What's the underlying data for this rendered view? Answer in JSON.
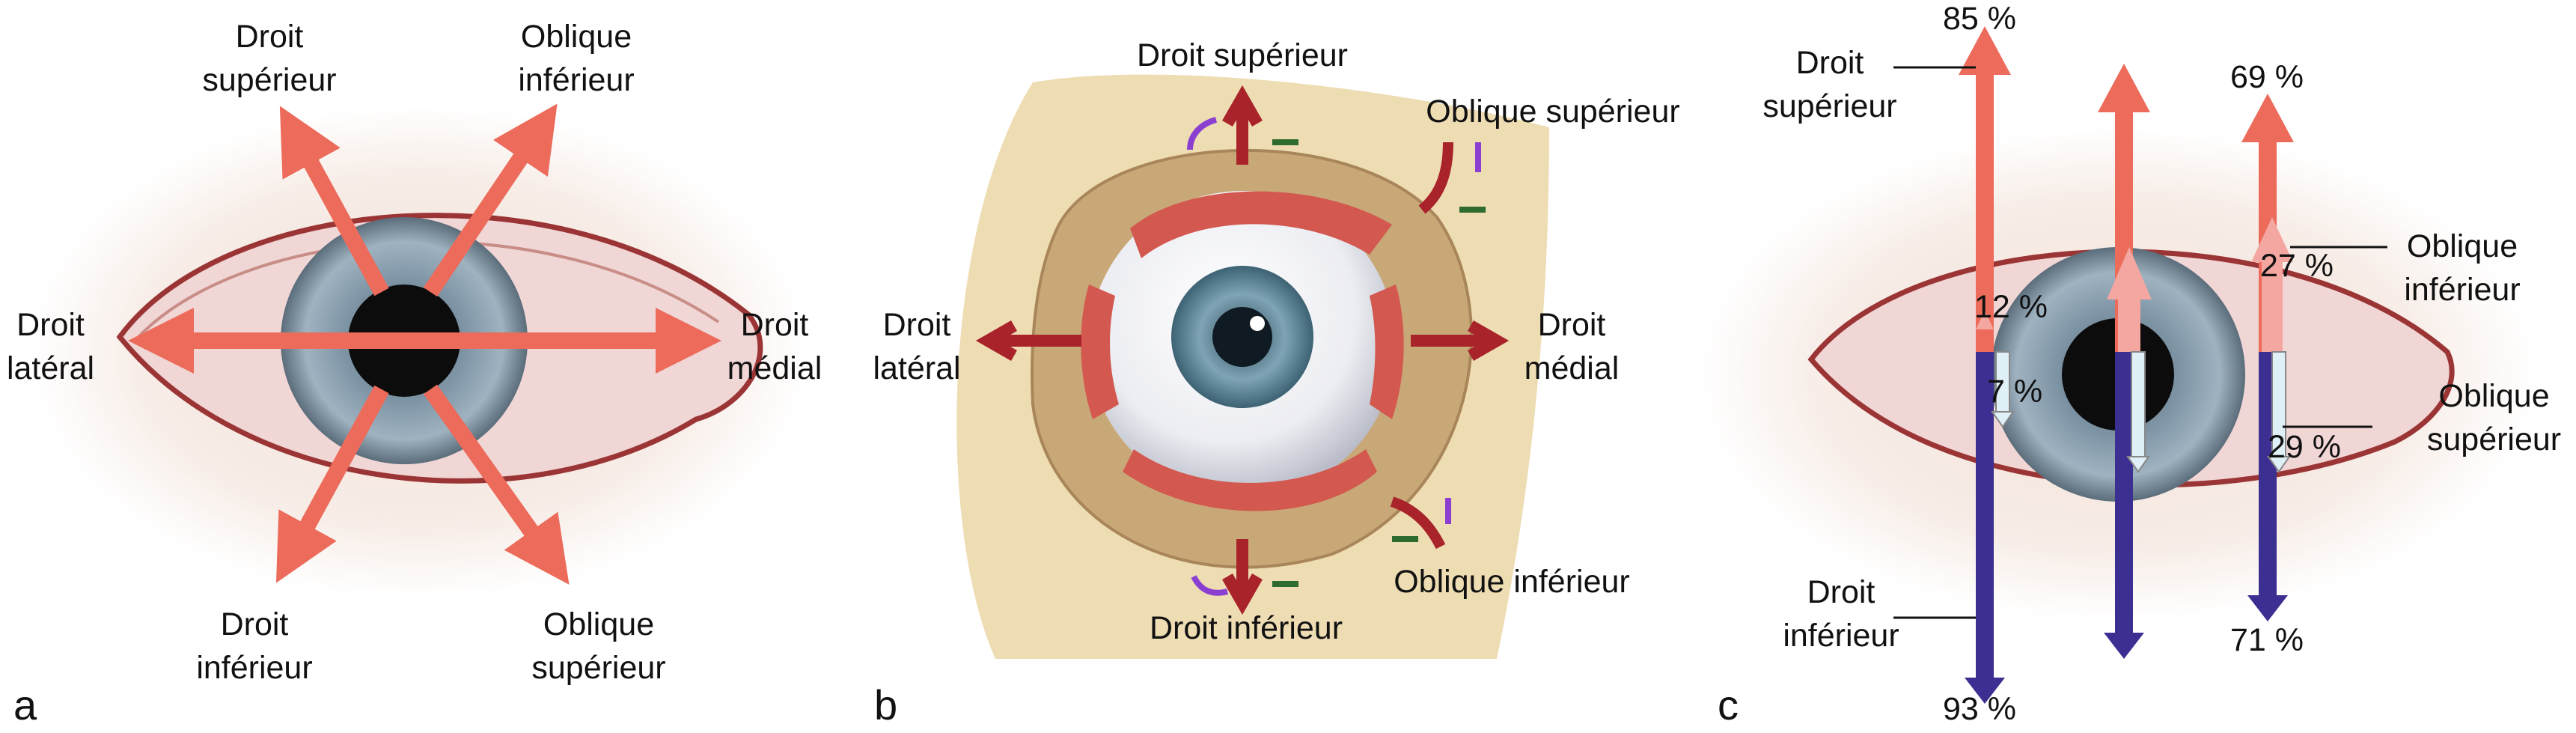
{
  "panel_a": {
    "letter": "a",
    "labels": {
      "top_left": [
        "Droit",
        "supérieur"
      ],
      "top_right": [
        "Oblique",
        "inférieur"
      ],
      "left": [
        "Droit",
        "latéral"
      ],
      "right": [
        "Droit",
        "médial"
      ],
      "bottom_left": [
        "Droit",
        "inférieur"
      ],
      "bottom_right": [
        "Oblique",
        "supérieur"
      ]
    }
  },
  "panel_b": {
    "letter": "b",
    "labels": {
      "top": "Droit supérieur",
      "top_right": "Oblique supérieur",
      "left": [
        "Droit",
        "latéral"
      ],
      "right": [
        "Droit",
        "médial"
      ],
      "bottom": "Droit inférieur",
      "bottom_right": "Oblique inférieur"
    }
  },
  "panel_c": {
    "letter": "c",
    "labels": {
      "droit_superieur": [
        "Droit",
        "supérieur"
      ],
      "oblique_inferieur": [
        "Oblique",
        "inférieur"
      ],
      "oblique_superieur": [
        "Oblique",
        "supérieur"
      ],
      "droit_inferieur": [
        "Droit",
        "inférieur"
      ]
    },
    "percentages": {
      "p85": "85 %",
      "p69": "69 %",
      "p12": "12 %",
      "p27": "27 %",
      "p7": "7 %",
      "p29": "29 %",
      "p93": "93 %",
      "p71": "71 %"
    }
  },
  "colors": {
    "arrow_salmon": "#ec6b5a",
    "arrow_darkred": "#a8232a",
    "arrow_purple": "#3c2f92",
    "arrow_light": "#dff0f7",
    "arrow_pink": "#f3a7a0",
    "bone": "#e8d4a8",
    "iris": "#7d93a5",
    "sclera": "#f4e6e6"
  }
}
